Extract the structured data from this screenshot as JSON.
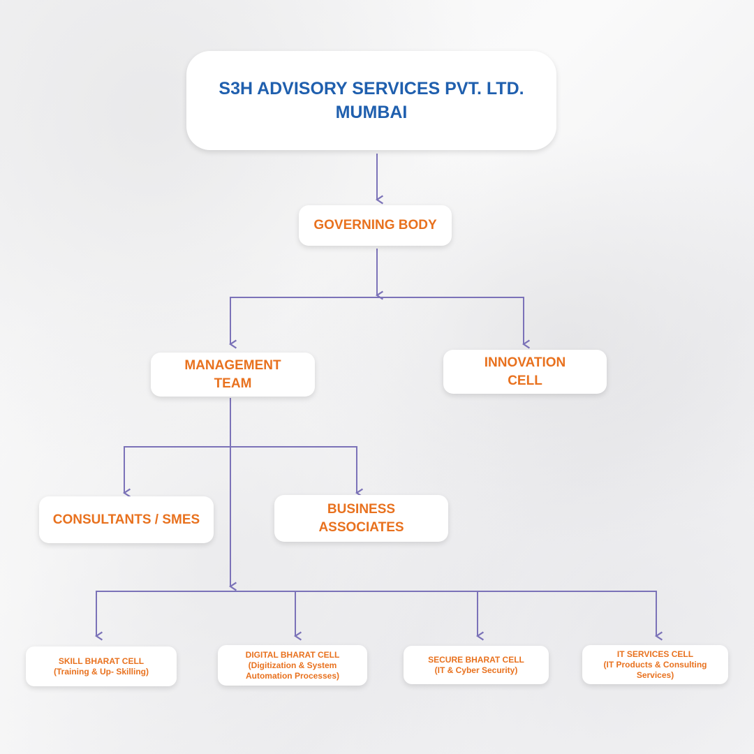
{
  "root": {
    "line1": "S3H ADVISORY SERVICES PVT. LTD.",
    "line2": "MUMBAI"
  },
  "governing_body": {
    "line1": "GOVERNING BODY"
  },
  "management_team": {
    "line1": "MANAGEMENT",
    "line2": "TEAM"
  },
  "innovation_cell": {
    "line1": "INNOVATION",
    "line2": "CELL"
  },
  "consultants": {
    "line1": "CONSULTANTS / SMES"
  },
  "business_associates": {
    "line1": "BUSINESS",
    "line2": "ASSOCIATES"
  },
  "cells": [
    {
      "line1": "SKILL BHARAT CELL",
      "line2": "(Training & Up- Skilling)",
      "line3": ""
    },
    {
      "line1": "DIGITAL BHARAT CELL",
      "line2": "(Digitization & System",
      "line3": "Automation Processes)"
    },
    {
      "line1": "SECURE BHARAT CELL",
      "line2": "(IT & Cyber Security)",
      "line3": ""
    },
    {
      "line1": "IT SERVICES CELL",
      "line2": "(IT Products & Consulting",
      "line3": "Services)"
    }
  ],
  "colors": {
    "title": "#1f5fae",
    "node_text": "#e8711e",
    "connector": "#7b72b8"
  }
}
